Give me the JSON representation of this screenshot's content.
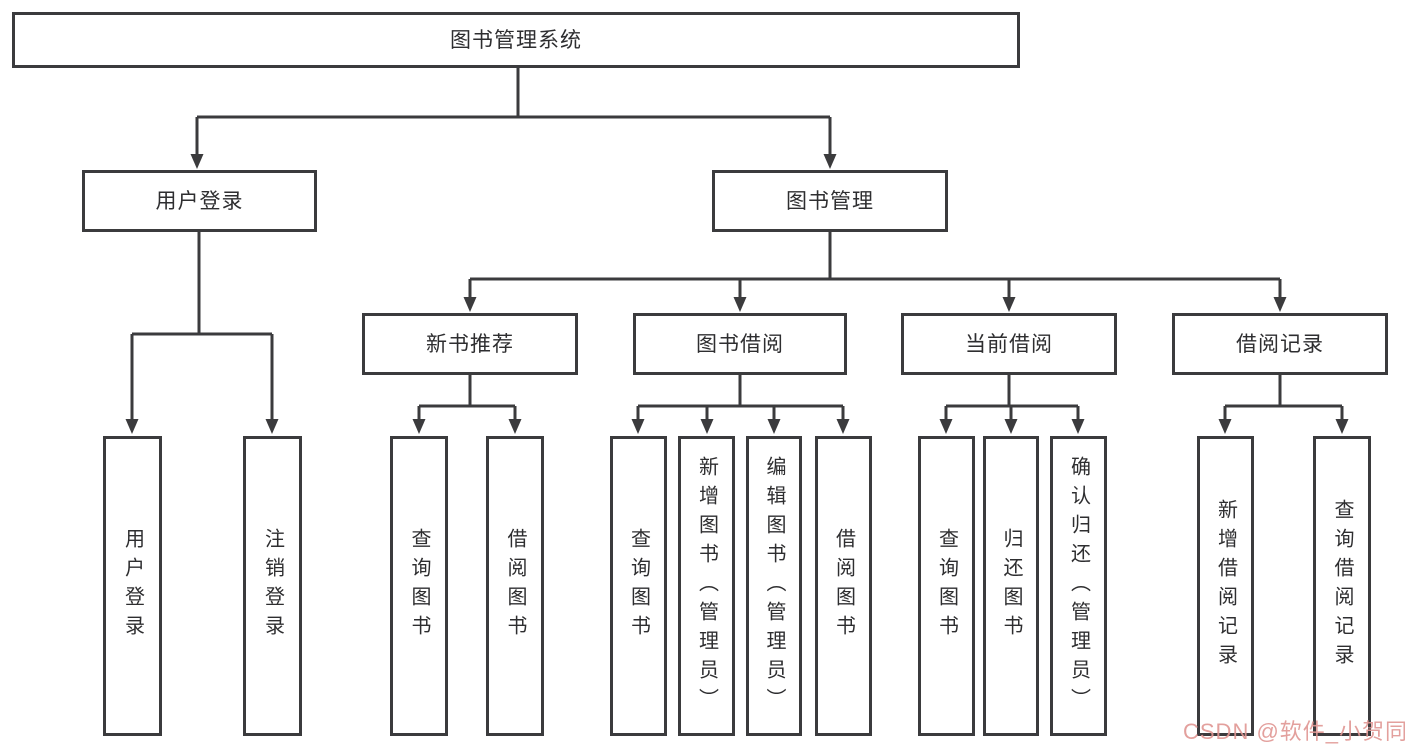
{
  "diagram": {
    "root": {
      "label": "图书管理系统"
    },
    "level1": [
      {
        "label": "用户登录"
      },
      {
        "label": "图书管理"
      }
    ],
    "level2": [
      {
        "label": "新书推荐"
      },
      {
        "label": "图书借阅"
      },
      {
        "label": "当前借阅"
      },
      {
        "label": "借阅记录"
      }
    ],
    "leaves": [
      {
        "label": "用户登录"
      },
      {
        "label": "注销登录"
      },
      {
        "label": "查询图书"
      },
      {
        "label": "借阅图书"
      },
      {
        "label": "查询图书"
      },
      {
        "label": "新增图书（管理员）"
      },
      {
        "label": "编辑图书（管理员）"
      },
      {
        "label": "借阅图书"
      },
      {
        "label": "查询图书"
      },
      {
        "label": "归还图书"
      },
      {
        "label": "确认归还（管理员）"
      },
      {
        "label": "新增借阅记录"
      },
      {
        "label": "查询借阅记录"
      }
    ]
  },
  "watermark": {
    "text": "CSDN @软件_小贺同学",
    "color": "#e09693"
  },
  "colors": {
    "line": "#3b3b3d",
    "text": "#2e2e30",
    "background": "#ffffff"
  }
}
